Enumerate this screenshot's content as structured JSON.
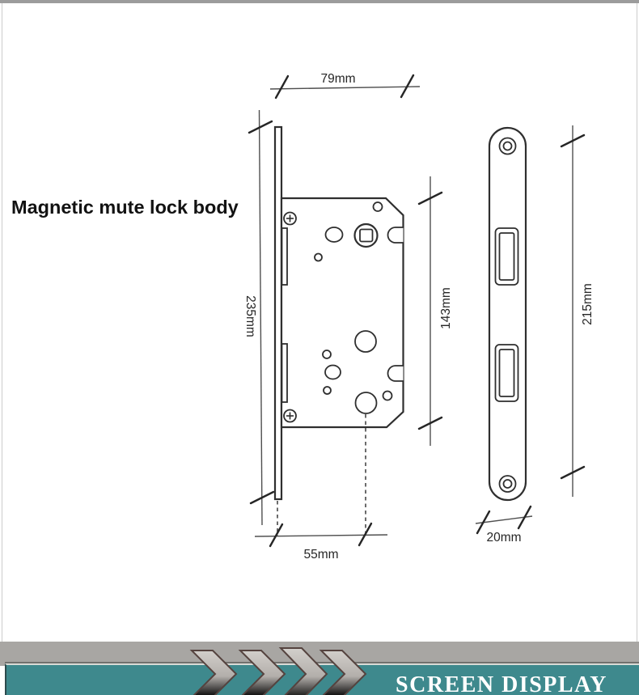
{
  "title": "Magnetic mute lock body",
  "dims": {
    "top_width": "79mm",
    "faceplate_height": "235mm",
    "body_height": "143mm",
    "strike_plate_height": "215mm",
    "backset": "55mm",
    "strike_plate_width": "20mm"
  },
  "banner": {
    "label": "SCREEN DISPLAY"
  },
  "colors": {
    "banner_teal": "#3E898D",
    "band_gray": "#A8A6A3",
    "chevron_gray": "#BDB9B5",
    "line_color": "#2F2F2F"
  }
}
